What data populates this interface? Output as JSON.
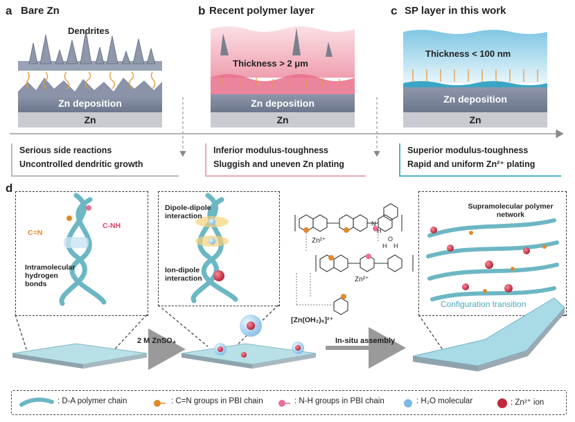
{
  "panels": {
    "a": {
      "letter": "a",
      "title": "Bare Zn",
      "top_label": "Dendrites",
      "band": "Zn deposition",
      "base": "Zn",
      "props": [
        "Serious side reactions",
        "Uncontrolled dendritic growth"
      ]
    },
    "b": {
      "letter": "b",
      "title": "Recent polymer layer",
      "thickness": "Thickness > 2 μm",
      "band": "Zn deposition",
      "base": "Zn",
      "props": [
        "Inferior modulus-toughness",
        "Sluggish and uneven Zn plating"
      ]
    },
    "c": {
      "letter": "c",
      "title": "SP layer in this work",
      "thickness": "Thickness < 100 nm",
      "band": "Zn deposition",
      "base": "Zn",
      "props": [
        "Superior modulus-toughness",
        "Rapid and uniform Zn²⁺ plating"
      ]
    }
  },
  "d": {
    "letter": "d",
    "box1": {
      "cn": "C=N",
      "cnh": "C-NH",
      "hbond": "Intramolecular hydrogen bonds"
    },
    "box2": {
      "dipole": "Dipole-dipole interaction",
      "ion": "Ion-dipole interaction"
    },
    "chem": {
      "zn1": "Zn²⁺",
      "zn2": "Zn²⁺",
      "nh1": "N",
      "nh2": "H",
      "h2o_o": "O",
      "h2o_h1": "H",
      "h2o_h2": "H"
    },
    "complex": "[Zn(OH₂)₆]²⁺",
    "box3": {
      "title": "Supramolecular polymer network",
      "transition": "Configuration transition"
    },
    "step1": "2 M ZnSO₄",
    "step2": "In-situ assembly"
  },
  "legend": {
    "items": [
      ": D-A polymer chain",
      ": C=N groups in PBI chain",
      ": N-H groups in PBI chain",
      ": H₂O molecular",
      ": Zn²⁺ ion"
    ]
  },
  "colors": {
    "teal": "#6cb7c4",
    "zn_band": "#7f8aa0",
    "zn_base": "#c9cbd1",
    "pink": "#f2b6c0",
    "blue_layer": "#bfe4f3",
    "zn_ion": "#c0283c",
    "orange": "#e08a2c"
  }
}
